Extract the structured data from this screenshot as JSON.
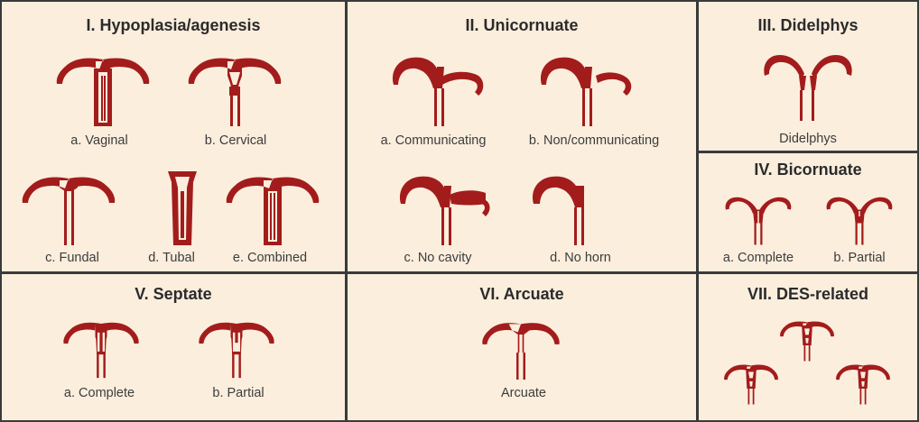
{
  "colors": {
    "uterus": "#a31c1c",
    "background": "#fbeedd",
    "divider": "#3a3a3a",
    "text": "#2b2b2b"
  },
  "panels": [
    {
      "id": "p1",
      "title": "I. Hypoplasia/agenesis",
      "labels": [
        "a. Vaginal",
        "b. Cervical",
        "c. Fundal",
        "d. Tubal",
        "e. Combined"
      ]
    },
    {
      "id": "p2",
      "title": "II. Unicornuate",
      "labels": [
        "a. Communicating",
        "b. Non/communicating",
        "c. No cavity",
        "d. No horn"
      ]
    },
    {
      "id": "p3",
      "title": "III. Didelphys",
      "labels": [
        "Didelphys"
      ]
    },
    {
      "id": "p4",
      "title": "IV. Bicornuate",
      "labels": [
        "a. Complete",
        "b. Partial"
      ]
    },
    {
      "id": "p5",
      "title": "V. Septate",
      "labels": [
        "a. Complete",
        "b. Partial"
      ]
    },
    {
      "id": "p6",
      "title": "VI. Arcuate",
      "labels": [
        "Arcuate"
      ]
    },
    {
      "id": "p7",
      "title": "VII. DES-related",
      "labels": []
    }
  ],
  "shape_types": {
    "p1": [
      "vaginal",
      "cervical",
      "fundal",
      "tubal",
      "combined"
    ],
    "p2": [
      "communicating",
      "noncommunicating",
      "nocavity",
      "nohorn"
    ],
    "p3": [
      "didelphys"
    ],
    "p4": [
      "bicornuate-complete",
      "bicornuate-partial"
    ],
    "p5": [
      "septate-complete",
      "septate-partial"
    ],
    "p6": [
      "arcuate"
    ],
    "p7": [
      "des",
      "des",
      "des"
    ]
  }
}
